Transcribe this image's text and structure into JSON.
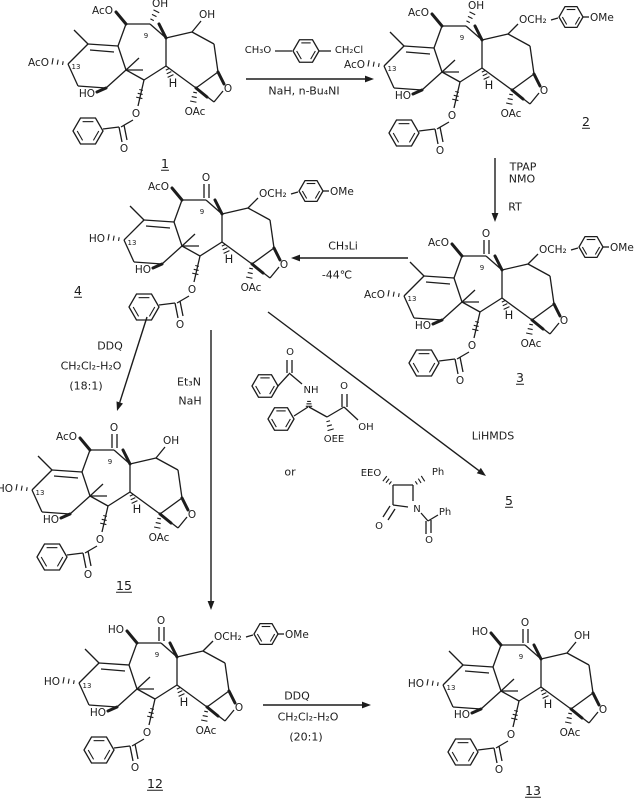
{
  "scheme": {
    "background": "#ffffff",
    "ink": "#1c1c1c"
  },
  "common_labels": {
    "c1_hydroxyl": "HO",
    "oac": "OAc",
    "h": "H",
    "oxetane_o": "O",
    "ester_o": "O",
    "benzoyl_o": "O",
    "pos9": "9",
    "pos13": "13",
    "pmb_ome": "OMe"
  },
  "compounds": [
    {
      "number": "1",
      "c10": "AcO",
      "c9": "OH",
      "c9_type": "hydroxyl",
      "c7": "OH",
      "c7_type": "hydroxyl",
      "c13": "AcO"
    },
    {
      "number": "2",
      "c10": "AcO",
      "c9": "OH",
      "c9_type": "hydroxyl",
      "c7": "OCH₂",
      "c7_type": "pmb",
      "c13": "AcO"
    },
    {
      "number": "3",
      "c10": "AcO",
      "c9": "O",
      "c9_type": "ketone",
      "c7": "OCH₂",
      "c7_type": "pmb",
      "c13": "AcO"
    },
    {
      "number": "4",
      "c10": "AcO",
      "c9": "O",
      "c9_type": "ketone",
      "c7": "OCH₂",
      "c7_type": "pmb",
      "c13": "HO"
    },
    {
      "number": "15",
      "c10": "AcO",
      "c9": "O",
      "c9_type": "ketone",
      "c7": "OH",
      "c7_type": "hydroxyl",
      "c13": "HO"
    },
    {
      "number": "12",
      "c10": "HO",
      "c9": "O",
      "c9_type": "ketone",
      "c7": "OCH₂",
      "c7_type": "pmb",
      "c13": "HO"
    },
    {
      "number": "13",
      "c10": "HO",
      "c9": "O",
      "c9_type": "ketone",
      "c7": "OH",
      "c7_type": "hydroxyl",
      "c13": "HO"
    }
  ],
  "product_5": {
    "number": "5"
  },
  "reagent_pmbcl": {
    "left": "CH₃O",
    "right": "CH₂Cl"
  },
  "reactions": {
    "step1_below": "NaH, n-Bu₄NI",
    "step2_line1": "TPAP",
    "step2_line2": "NMO",
    "step2_line3": "RT",
    "step3_above": "CH₃Li",
    "step3_below": "-44℃",
    "step4_line1": "DDQ",
    "step4_line2": "CH₂Cl₂-H₂O",
    "step4_line3": "(18:1)",
    "step5_line1": "Et₃N",
    "step5_line2": "NaH",
    "step6_label": "LiHMDS",
    "step7_line1": "DDQ",
    "step7_line2": "CH₂Cl₂-H₂O",
    "step7_line3": "(20:1)",
    "or_text": "or"
  },
  "side_chain": {
    "amide_o": "O",
    "nh": "NH",
    "acid_o": "O",
    "acid_oh": "OH",
    "oee": "OEE"
  },
  "beta_lactam": {
    "eeo": "EEO",
    "ph_top": "Ph",
    "n": "N",
    "ring_o": "O",
    "benzoyl_ph": "Ph",
    "benzoyl_o": "O"
  }
}
